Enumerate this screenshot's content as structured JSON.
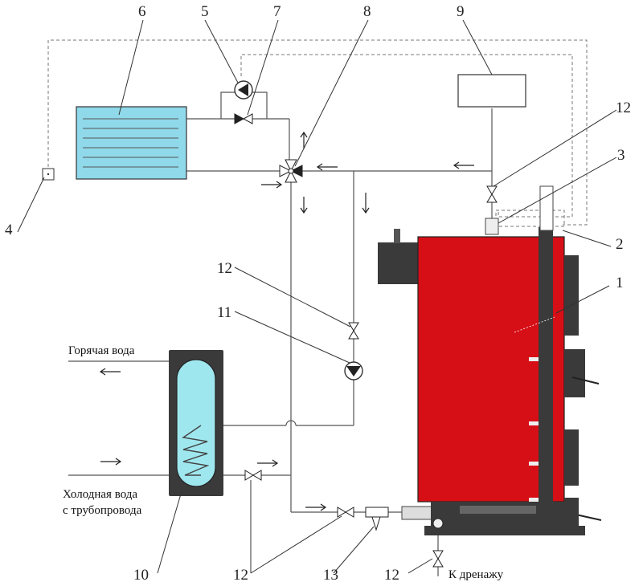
{
  "labels": {
    "n1": "1",
    "n2": "2",
    "n3": "3",
    "n4": "4",
    "n5": "5",
    "n6": "6",
    "n7": "7",
    "n8": "8",
    "n9": "9",
    "n10": "10",
    "n11": "11",
    "n12a": "12",
    "n12b": "12",
    "n12c": "12",
    "n12d": "12",
    "n13": "13"
  },
  "texts": {
    "hot_water": "Горячая вода",
    "cold_water_1": "Холодная вода",
    "cold_water_2": "с трубопровода",
    "drain": "К дренажу"
  },
  "colors": {
    "boiler": "#d60f17",
    "boiler_dark": "#3a3a3a",
    "water": "#9fe7ef",
    "radiator": "#8fd9ea",
    "pipe": "#555555"
  }
}
